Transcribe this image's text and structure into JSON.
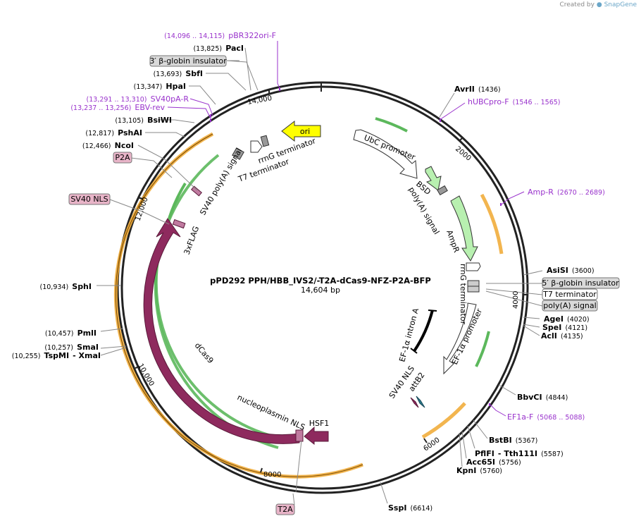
{
  "credit": {
    "prefix": "Created by",
    "brand": "SnapGene"
  },
  "plasmid": {
    "name": "pPD292 PPH/HBB_IVS2/-T2A-dCas9-NFZ-P2A-BFP",
    "size": "14,604 bp"
  },
  "ticks": [
    "2000",
    "4000",
    "6000",
    "8000",
    "10,000",
    "12,000",
    "14,000"
  ],
  "enzymes_left": [
    {
      "pos": "(13,825)",
      "name": "PacI"
    },
    {
      "pos": "(13,693)",
      "name": "SbfI"
    },
    {
      "pos": "(13,347)",
      "name": "HpaI"
    },
    {
      "pos": "(13,105)",
      "name": "BsiWI"
    },
    {
      "pos": "(12,817)",
      "name": "PshAI"
    },
    {
      "pos": "(12,466)",
      "name": "NcoI"
    },
    {
      "pos": "(10,934)",
      "name": "SphI"
    },
    {
      "pos": "(10,457)",
      "name": "PmlI"
    },
    {
      "pos": "(10,257)",
      "name": "SmaI"
    },
    {
      "pos": "(10,255)",
      "name": "TspMI",
      "name2": "- XmaI"
    }
  ],
  "enzymes_right": [
    {
      "name": "AvrII",
      "pos": "(1436)"
    },
    {
      "name": "AsiSI",
      "pos": "(3600)"
    },
    {
      "name": "AgeI",
      "pos": "(4020)"
    },
    {
      "name": "SpeI",
      "pos": "(4121)"
    },
    {
      "name": "AclI",
      "pos": "(4135)"
    },
    {
      "name": "BbvCI",
      "pos": "(4844)"
    },
    {
      "name": "BstBI",
      "pos": "(5367)"
    },
    {
      "name": "PflFI",
      "name2": "- Tth111I",
      "pos": "(5587)"
    },
    {
      "name": "Acc65I",
      "pos": "(5756)"
    },
    {
      "name": "KpnI",
      "pos": "(5760)"
    },
    {
      "name": "SspI",
      "pos": "(6614)"
    }
  ],
  "primers": [
    {
      "pos": "(14,096 .. 14,115)",
      "name": "pBR322ori-F"
    },
    {
      "pos": "(13,291 .. 13,310)",
      "name": "SV40pA-R"
    },
    {
      "pos": "(13,237 .. 13,256)",
      "name": "EBV-rev"
    },
    {
      "name": "hUBCpro-F",
      "pos": "(1546 .. 1565)"
    },
    {
      "name": "Amp-R",
      "pos": "(2670 .. 2689)"
    },
    {
      "name": "EF1a-F",
      "pos": "(5068 .. 5088)"
    }
  ],
  "boxed_labels": {
    "bglobin_left": "3′ β-globin insulator",
    "p2a": "P2A",
    "sv40nls": "SV40 NLS",
    "t2a": "T2A",
    "bglobin_right": "5′ β-globin insulator",
    "t7_term": "T7 terminator",
    "polya": "poly(A) signal"
  },
  "features": {
    "ori": "ori",
    "rrng_top": "rrnG terminator",
    "t7_top": "T7 terminator",
    "sv40_polya": "SV40 poly(A) signal",
    "ubc": "UbC promoter",
    "bsd": "BSD",
    "bsd_polya": "poly(A) signal",
    "ampr": "AmpR",
    "rrng_right": "rrnG terminator",
    "ef1a_promoter": "EF-1α promoter",
    "ef1a_intron": "EF-1α intron A",
    "sv40nls_inner": "SV40 NLS",
    "attb2": "attB2",
    "flag": "3xFLAG",
    "dcas9": "dCas9",
    "npnls": "nucleoplasmin NLS",
    "hsf1": "HSF1"
  },
  "colors": {
    "backbone": "#222222",
    "orange_arc": "#f0a830",
    "green_arc": "#5cb85c",
    "dcas9": "#8e2a5e",
    "ori": "#ffff00",
    "marker": "#9932cc",
    "boxed_fill": "#d9d9d9",
    "pink_box": "#e8b4c8"
  }
}
